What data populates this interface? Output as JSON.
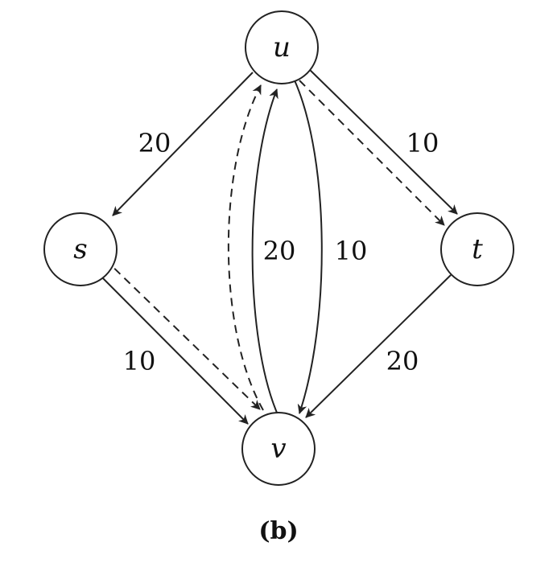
{
  "diagram": {
    "nodes": {
      "u": "u",
      "s": "s",
      "t": "t",
      "v": "v"
    },
    "edge_labels": {
      "u_to_s": "20",
      "u_to_t": "10",
      "v_to_u": "20",
      "u_to_v": "10",
      "s_to_v": "10",
      "t_to_v": "20"
    },
    "caption": "(b)"
  }
}
